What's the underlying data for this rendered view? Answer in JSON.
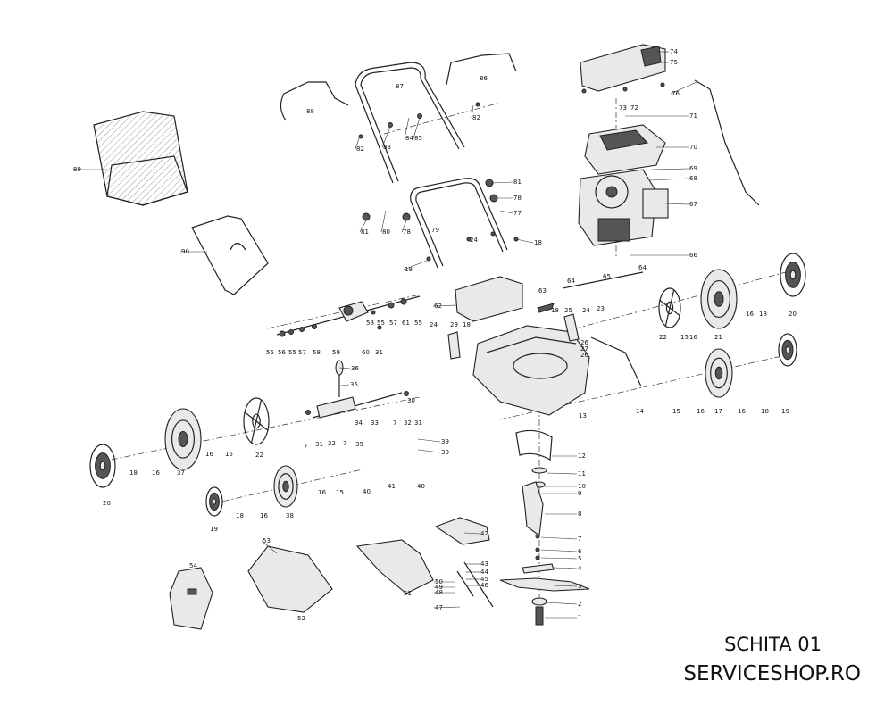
{
  "captions": {
    "schema_title": "SCHITA 01",
    "site": "SERVICESHOP.RO"
  },
  "part_labels": [
    {
      "id": "p74",
      "text": "74"
    },
    {
      "id": "p75",
      "text": "75"
    },
    {
      "id": "p73",
      "text": "73"
    },
    {
      "id": "p72",
      "text": "72"
    },
    {
      "id": "p76",
      "text": "76"
    },
    {
      "id": "p71",
      "text": "71"
    },
    {
      "id": "p70",
      "text": "70"
    },
    {
      "id": "p69",
      "text": "69"
    },
    {
      "id": "p68",
      "text": "68"
    },
    {
      "id": "p67",
      "text": "67"
    },
    {
      "id": "p66",
      "text": "66"
    },
    {
      "id": "p87",
      "text": "87"
    },
    {
      "id": "p86",
      "text": "86"
    },
    {
      "id": "p88",
      "text": "88"
    },
    {
      "id": "p82a",
      "text": "82"
    },
    {
      "id": "p82b",
      "text": "82"
    },
    {
      "id": "p83",
      "text": "83"
    },
    {
      "id": "p84",
      "text": "84"
    },
    {
      "id": "p85",
      "text": "85"
    },
    {
      "id": "p89",
      "text": "89"
    },
    {
      "id": "p81a",
      "text": "81"
    },
    {
      "id": "p78a",
      "text": "78"
    },
    {
      "id": "p77",
      "text": "77"
    },
    {
      "id": "p81b",
      "text": "81"
    },
    {
      "id": "p80",
      "text": "80"
    },
    {
      "id": "p78b",
      "text": "78"
    },
    {
      "id": "p79",
      "text": "79"
    },
    {
      "id": "p18a",
      "text": "18"
    },
    {
      "id": "p24a",
      "text": "24"
    },
    {
      "id": "p18b",
      "text": "18"
    },
    {
      "id": "p90",
      "text": "90"
    },
    {
      "id": "p64a",
      "text": "64"
    },
    {
      "id": "p65",
      "text": "65"
    },
    {
      "id": "p64b",
      "text": "64"
    },
    {
      "id": "p63",
      "text": "63"
    },
    {
      "id": "p62",
      "text": "62"
    },
    {
      "id": "p58a",
      "text": "58"
    },
    {
      "id": "p55a",
      "text": "55"
    },
    {
      "id": "p57a",
      "text": "57"
    },
    {
      "id": "p61",
      "text": "61"
    },
    {
      "id": "p55b",
      "text": "55"
    },
    {
      "id": "p18c",
      "text": "18"
    },
    {
      "id": "p25a",
      "text": "25"
    },
    {
      "id": "p24b",
      "text": "24"
    },
    {
      "id": "p23",
      "text": "23"
    },
    {
      "id": "p26a",
      "text": "26"
    },
    {
      "id": "p27",
      "text": "27"
    },
    {
      "id": "p26b",
      "text": "26"
    },
    {
      "id": "p22a",
      "text": "22"
    },
    {
      "id": "p15a",
      "text": "15"
    },
    {
      "id": "p16a",
      "text": "16"
    },
    {
      "id": "p21",
      "text": "21"
    },
    {
      "id": "p16b",
      "text": "16"
    },
    {
      "id": "p18d",
      "text": "18"
    },
    {
      "id": "p20a",
      "text": "20"
    },
    {
      "id": "p55c",
      "text": "55"
    },
    {
      "id": "p56",
      "text": "56"
    },
    {
      "id": "p55d",
      "text": "55"
    },
    {
      "id": "p57b",
      "text": "57"
    },
    {
      "id": "p58b",
      "text": "58"
    },
    {
      "id": "p59",
      "text": "59"
    },
    {
      "id": "p60",
      "text": "60"
    },
    {
      "id": "p31a",
      "text": "31"
    },
    {
      "id": "p24c",
      "text": "24"
    },
    {
      "id": "p29",
      "text": "29"
    },
    {
      "id": "p18e",
      "text": "18"
    },
    {
      "id": "p36",
      "text": "36"
    },
    {
      "id": "p35",
      "text": "35"
    },
    {
      "id": "p30a",
      "text": "30"
    },
    {
      "id": "p7a",
      "text": "7"
    },
    {
      "id": "p32a",
      "text": "32"
    },
    {
      "id": "p31b",
      "text": "31"
    },
    {
      "id": "p34",
      "text": "34"
    },
    {
      "id": "p33",
      "text": "33"
    },
    {
      "id": "p7b",
      "text": "7"
    },
    {
      "id": "p31c",
      "text": "31"
    },
    {
      "id": "p32b",
      "text": "32"
    },
    {
      "id": "p7c",
      "text": "7"
    },
    {
      "id": "p13",
      "text": "13"
    },
    {
      "id": "p14",
      "text": "14"
    },
    {
      "id": "p15b",
      "text": "15"
    },
    {
      "id": "p16c",
      "text": "16"
    },
    {
      "id": "p17",
      "text": "17"
    },
    {
      "id": "p16d",
      "text": "16"
    },
    {
      "id": "p18f",
      "text": "18"
    },
    {
      "id": "p19a",
      "text": "19"
    },
    {
      "id": "p22b",
      "text": "22"
    },
    {
      "id": "p15c",
      "text": "15"
    },
    {
      "id": "p16e",
      "text": "16"
    },
    {
      "id": "p37",
      "text": "37"
    },
    {
      "id": "p16f",
      "text": "16"
    },
    {
      "id": "p18g",
      "text": "18"
    },
    {
      "id": "p20b",
      "text": "20"
    },
    {
      "id": "p39a",
      "text": "39"
    },
    {
      "id": "p39b",
      "text": "39"
    },
    {
      "id": "p30b",
      "text": "30"
    },
    {
      "id": "p40a",
      "text": "40"
    },
    {
      "id": "p41",
      "text": "41"
    },
    {
      "id": "p40b",
      "text": "40"
    },
    {
      "id": "p16g",
      "text": "16"
    },
    {
      "id": "p15d",
      "text": "15"
    },
    {
      "id": "p38",
      "text": "38"
    },
    {
      "id": "p16h",
      "text": "16"
    },
    {
      "id": "p18h",
      "text": "18"
    },
    {
      "id": "p19b",
      "text": "19"
    },
    {
      "id": "p12",
      "text": "12"
    },
    {
      "id": "p11",
      "text": "11"
    },
    {
      "id": "p10",
      "text": "10"
    },
    {
      "id": "p9",
      "text": "9"
    },
    {
      "id": "p8",
      "text": "8"
    },
    {
      "id": "p7d",
      "text": "7"
    },
    {
      "id": "p6",
      "text": "6"
    },
    {
      "id": "p5",
      "text": "5"
    },
    {
      "id": "p4",
      "text": "4"
    },
    {
      "id": "p3",
      "text": "3"
    },
    {
      "id": "p2",
      "text": "2"
    },
    {
      "id": "p1",
      "text": "1"
    },
    {
      "id": "p42",
      "text": "42"
    },
    {
      "id": "p43",
      "text": "43"
    },
    {
      "id": "p44",
      "text": "44"
    },
    {
      "id": "p45",
      "text": "45"
    },
    {
      "id": "p46",
      "text": "46"
    },
    {
      "id": "p50",
      "text": "50"
    },
    {
      "id": "p49",
      "text": "49"
    },
    {
      "id": "p48",
      "text": "48"
    },
    {
      "id": "p47",
      "text": "47"
    },
    {
      "id": "p51",
      "text": "51"
    },
    {
      "id": "p53",
      "text": "53"
    },
    {
      "id": "p54",
      "text": "54"
    },
    {
      "id": "p52",
      "text": "52"
    }
  ]
}
